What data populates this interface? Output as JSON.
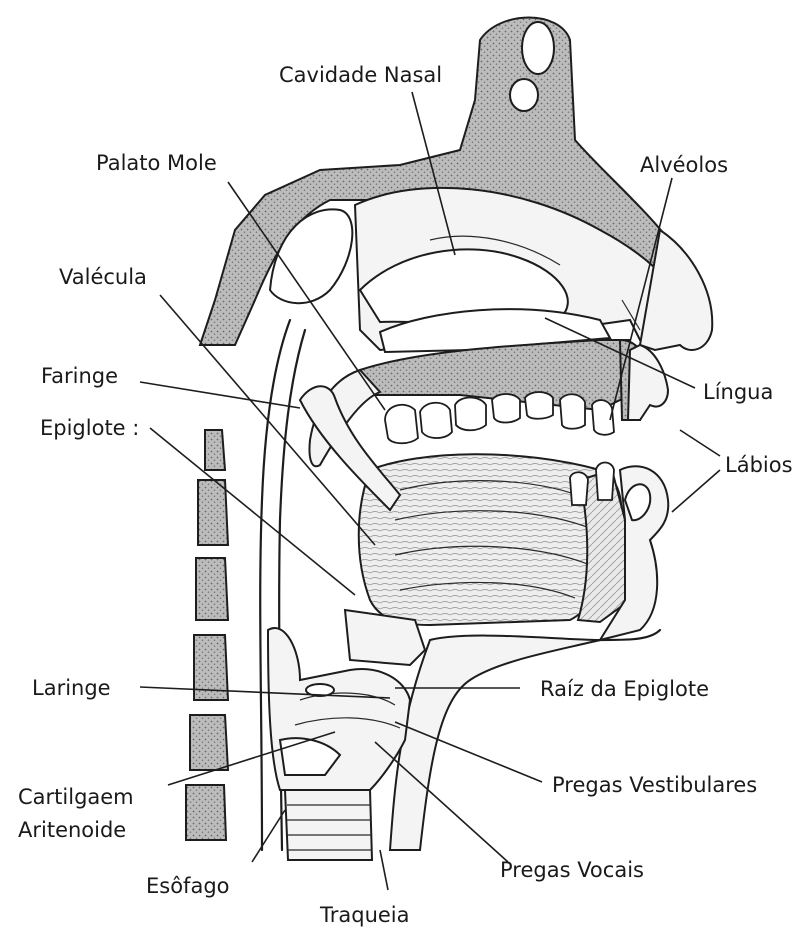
{
  "labels": {
    "cavidade_nasal": "Cavidade Nasal",
    "palato_mole": "Palato Mole",
    "alveolos": "Alvéolos",
    "valecula": "Valécula",
    "epiglote": "Epiglote :",
    "labios": "Lábios",
    "faringe": "Faringe",
    "lingua": "Língua",
    "laringe": "Laringe",
    "raiz_epiglote": "Raíz da Epiglote",
    "cartilagem_line1": "Cartilgaem",
    "cartilagem_line2": "Aritenoide",
    "pregas_vestibulares": "Pregas Vestibulares",
    "esofago": "Esôfago",
    "pregas_vocais": "Pregas Vocais",
    "traqueia": "Traqueia"
  }
}
